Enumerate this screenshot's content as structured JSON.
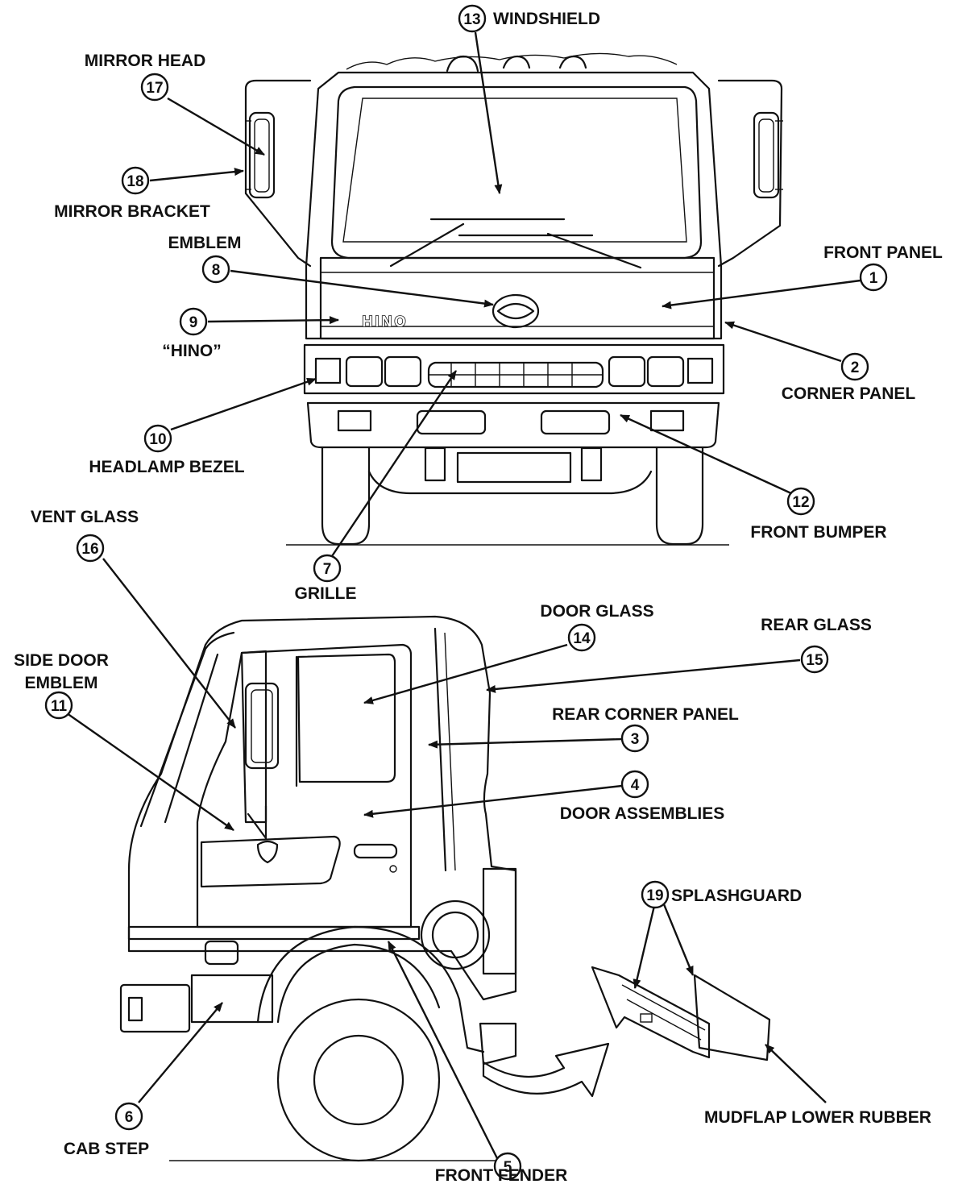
{
  "labels": {
    "windshield": "WINDSHIELD",
    "mirror_head": "MIRROR HEAD",
    "mirror_bracket": "MIRROR BRACKET",
    "emblem": "EMBLEM",
    "front_panel": "FRONT PANEL",
    "hino_quote": "“HINO”",
    "corner_panel": "CORNER PANEL",
    "headlamp_bezel": "HEADLAMP BEZEL",
    "front_bumper": "FRONT BUMPER",
    "vent_glass": "VENT GLASS",
    "grille": "GRILLE",
    "door_glass": "DOOR GLASS",
    "rear_glass": "REAR GLASS",
    "side_door_emblem_1": "SIDE DOOR",
    "side_door_emblem_2": "EMBLEM",
    "rear_corner_panel": "REAR CORNER PANEL",
    "door_assemblies": "DOOR ASSEMBLIES",
    "splashguard": "SPLASHGUARD",
    "mudflap_lower_rubber": "MUDFLAP LOWER RUBBER",
    "cab_step": "CAB STEP",
    "front_fender": "FRONT FENDER"
  },
  "callouts": {
    "c1": "1",
    "c2": "2",
    "c3": "3",
    "c4": "4",
    "c5": "5",
    "c6": "6",
    "c7": "7",
    "c8": "8",
    "c9": "9",
    "c10": "10",
    "c11": "11",
    "c12": "12",
    "c13": "13",
    "c14": "14",
    "c15": "15",
    "c16": "16",
    "c17": "17",
    "c18": "18",
    "c19": "19"
  },
  "badge_text": "HINO"
}
